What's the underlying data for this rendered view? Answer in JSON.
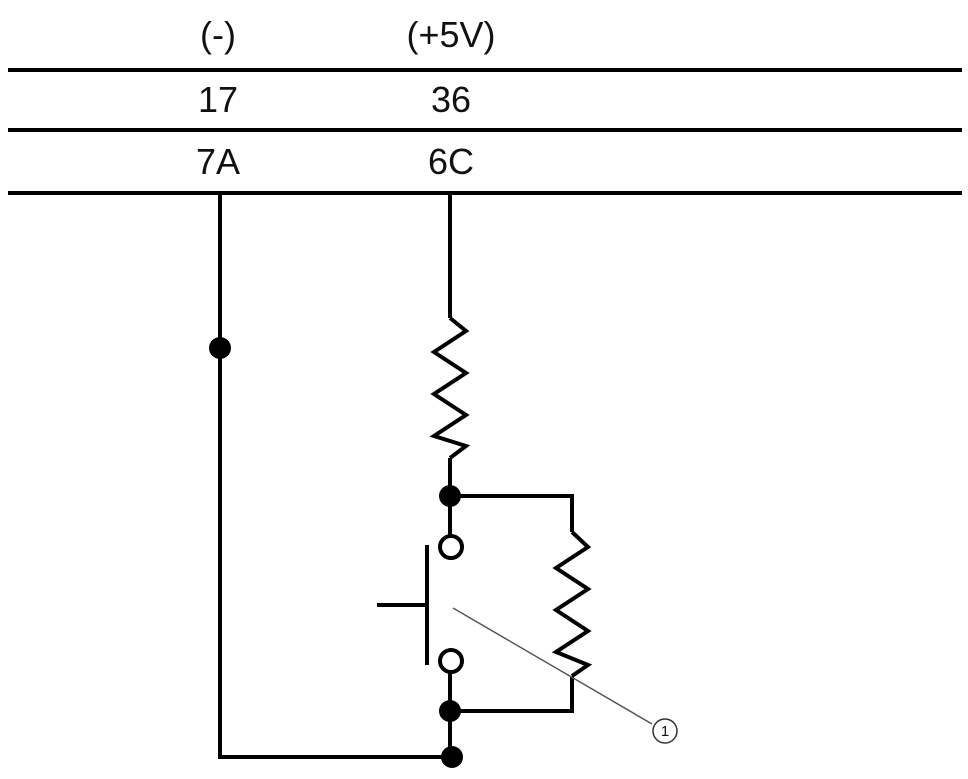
{
  "columns": [
    {
      "header": "(-)",
      "pin": "17",
      "terminal": "7A"
    },
    {
      "header": "(+5V)",
      "pin": "36",
      "terminal": "6C"
    }
  ],
  "callout": {
    "label": "1"
  },
  "colors": {
    "line": "#000000",
    "text": "#111111",
    "leader": "#555555",
    "background": "#ffffff"
  }
}
